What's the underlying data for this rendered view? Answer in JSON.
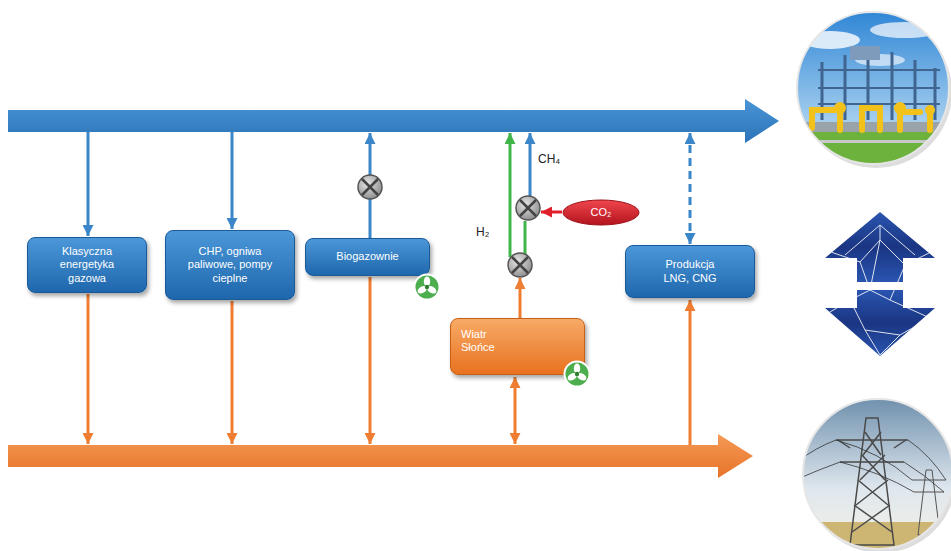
{
  "diagram": {
    "nodes": [
      {
        "text": [
          "Klasyczna energetyka gazowa"
        ]
      },
      {
        "text": [
          "CHP, ogniwa paliwowe, pompy cieplne"
        ]
      },
      {
        "text": [
          "Biogazownie"
        ]
      },
      {
        "text": [
          "CO₂"
        ]
      },
      {
        "text": [
          "Wiatr Słońce"
        ]
      },
      {
        "text": [
          "Produkcja LNG, CNG"
        ]
      }
    ],
    "labels": [
      "CH₄",
      "H₂"
    ]
  }
}
